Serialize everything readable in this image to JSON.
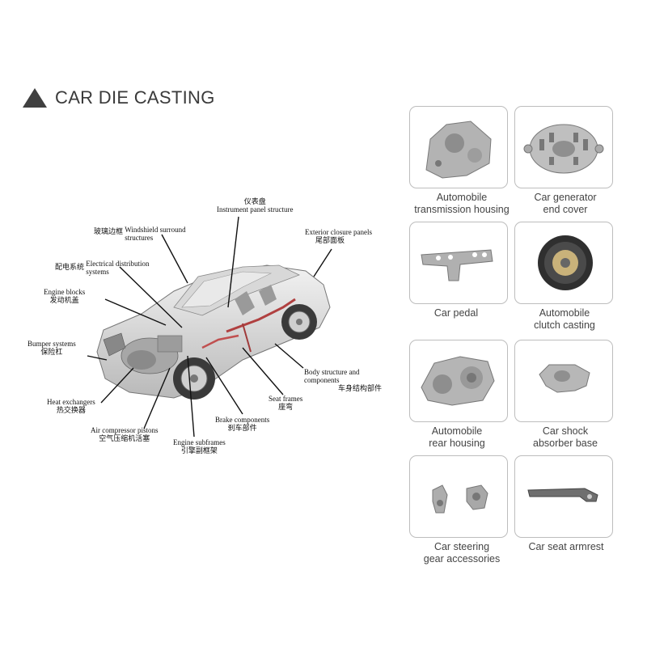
{
  "header": {
    "title": "CAR DIE CASTING"
  },
  "diagram": {
    "labels": {
      "instrument": {
        "cn": "仪表盘",
        "en": "Instrument panel structure"
      },
      "windshield": {
        "cn": "玻璃边框",
        "en1": "Windshield surround",
        "en2": "structures"
      },
      "exterior": {
        "en": "Exterior closure panels",
        "cn": "尾部面板"
      },
      "electrical": {
        "cn": "配电系统",
        "en1": "Electrical distribution",
        "en2": "systems"
      },
      "engine_blocks": {
        "en": "Engine blocks",
        "cn": "发动机盖"
      },
      "bumper": {
        "en": "Bumper systems",
        "cn": "保险杠"
      },
      "body": {
        "en1": "Body structure and",
        "en2": "components",
        "cn": "车身结构部件"
      },
      "seat_frames": {
        "en": "Seat frames",
        "cn": "座弯"
      },
      "heat": {
        "en": "Heat exchangers",
        "cn": "热交换器"
      },
      "brake": {
        "en": "Brake components",
        "cn": "刹车部件"
      },
      "air": {
        "en": "Air compressor pistons",
        "cn": "空气压缩机活塞"
      },
      "subframes": {
        "en": "Engine subframes",
        "cn": "引擎副框架"
      }
    }
  },
  "products": [
    {
      "line1": "Automobile",
      "line2": "transmission housing",
      "icon": "transmission-housing-icon"
    },
    {
      "line1": "Car generator",
      "line2": "end cover",
      "icon": "generator-end-cover-icon"
    },
    {
      "line1": "Car pedal",
      "line2": "",
      "icon": "car-pedal-icon"
    },
    {
      "line1": "Automobile",
      "line2": "clutch casting",
      "icon": "clutch-casting-icon"
    },
    {
      "line1": "Automobile",
      "line2": "rear housing",
      "icon": "rear-housing-icon"
    },
    {
      "line1": "Car shock",
      "line2": "absorber base",
      "icon": "shock-absorber-base-icon"
    },
    {
      "line1": "Car steering",
      "line2": "gear accessories",
      "icon": "steering-gear-icon"
    },
    {
      "line1": "Car seat armrest",
      "line2": "",
      "icon": "seat-armrest-icon"
    }
  ]
}
